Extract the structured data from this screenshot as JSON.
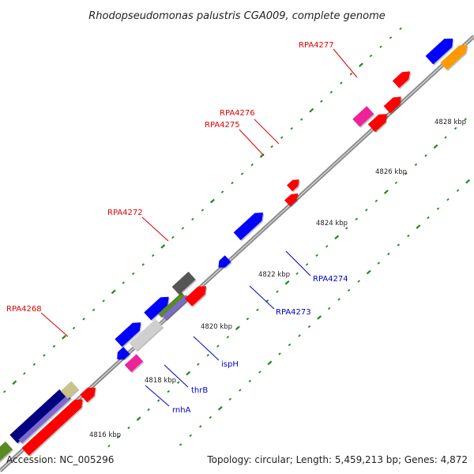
{
  "title": "Rhodopseudomonas palustris CGA009, complete genome",
  "footer": {
    "accession": "Accession: NC_005296",
    "summary": "Topology: circular; Length: 5,459,213 bp; Genes: 4,872"
  },
  "colors": {
    "backbone": "#8a8a8a",
    "tick": "#1a8a1a",
    "label_top": "#dd0000",
    "label_bottom": "#0000cc",
    "gene_red": "#ff0000",
    "gene_blue": "#0000ff",
    "gene_navy": "#000080",
    "gene_pink": "#ee2299",
    "gene_olive": "#5a8a22",
    "gene_gray": "#555555",
    "gene_lightgray": "#cfcfcf",
    "gene_khaki": "#c9c28a",
    "gene_orange": "#ff9900",
    "gene_lavender": "#7a6ad0"
  },
  "kbp_labels": [
    "4816 kbp",
    "4818 kbp",
    "4820 kbp",
    "4822 kbp",
    "4824 kbp",
    "4826 kbp",
    "4828 kbp"
  ],
  "top_labels": [
    "RPA4268",
    "RPA4272",
    "RPA4275",
    "RPA4276",
    "RPA4277"
  ],
  "bottom_labels": [
    "rnhA",
    "thrB",
    "ispH",
    "RPA4273",
    "RPA4274"
  ]
}
